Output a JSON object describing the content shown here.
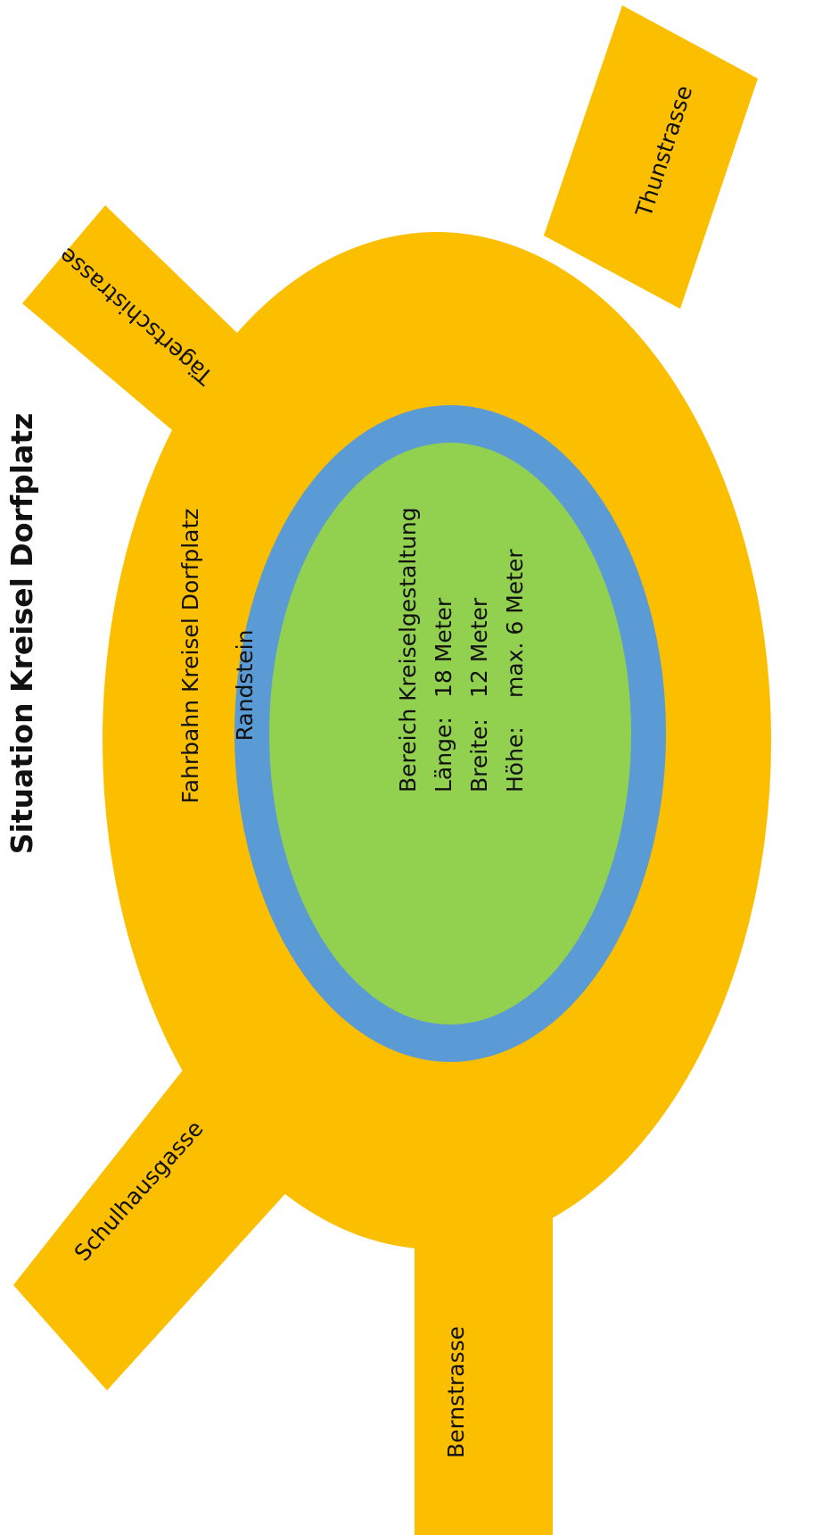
{
  "title": "Situation Kreisel Dorfplatz",
  "colors": {
    "road": "#FBBF00",
    "curb": "#5B9BD5",
    "center": "#92D050",
    "text": "#111111"
  },
  "roundabout": {
    "roadway_label": "Fahrbahn Kreisel Dorfplatz",
    "curb_label": "Randstein"
  },
  "streets": {
    "thunstrasse": "Thunstrasse",
    "taegertschistrasse": "Tägertschistrasse",
    "schulhausgasse": "Schulhausgasse",
    "bernstrasse": "Bernstrasse"
  },
  "design_area": {
    "heading": "Bereich Kreiselgestaltung",
    "rows": [
      {
        "label": "Länge:",
        "value": "18 Meter"
      },
      {
        "label": "Breite:",
        "value": "12 Meter"
      },
      {
        "label": "Höhe:",
        "value": "max. 6 Meter"
      }
    ]
  }
}
